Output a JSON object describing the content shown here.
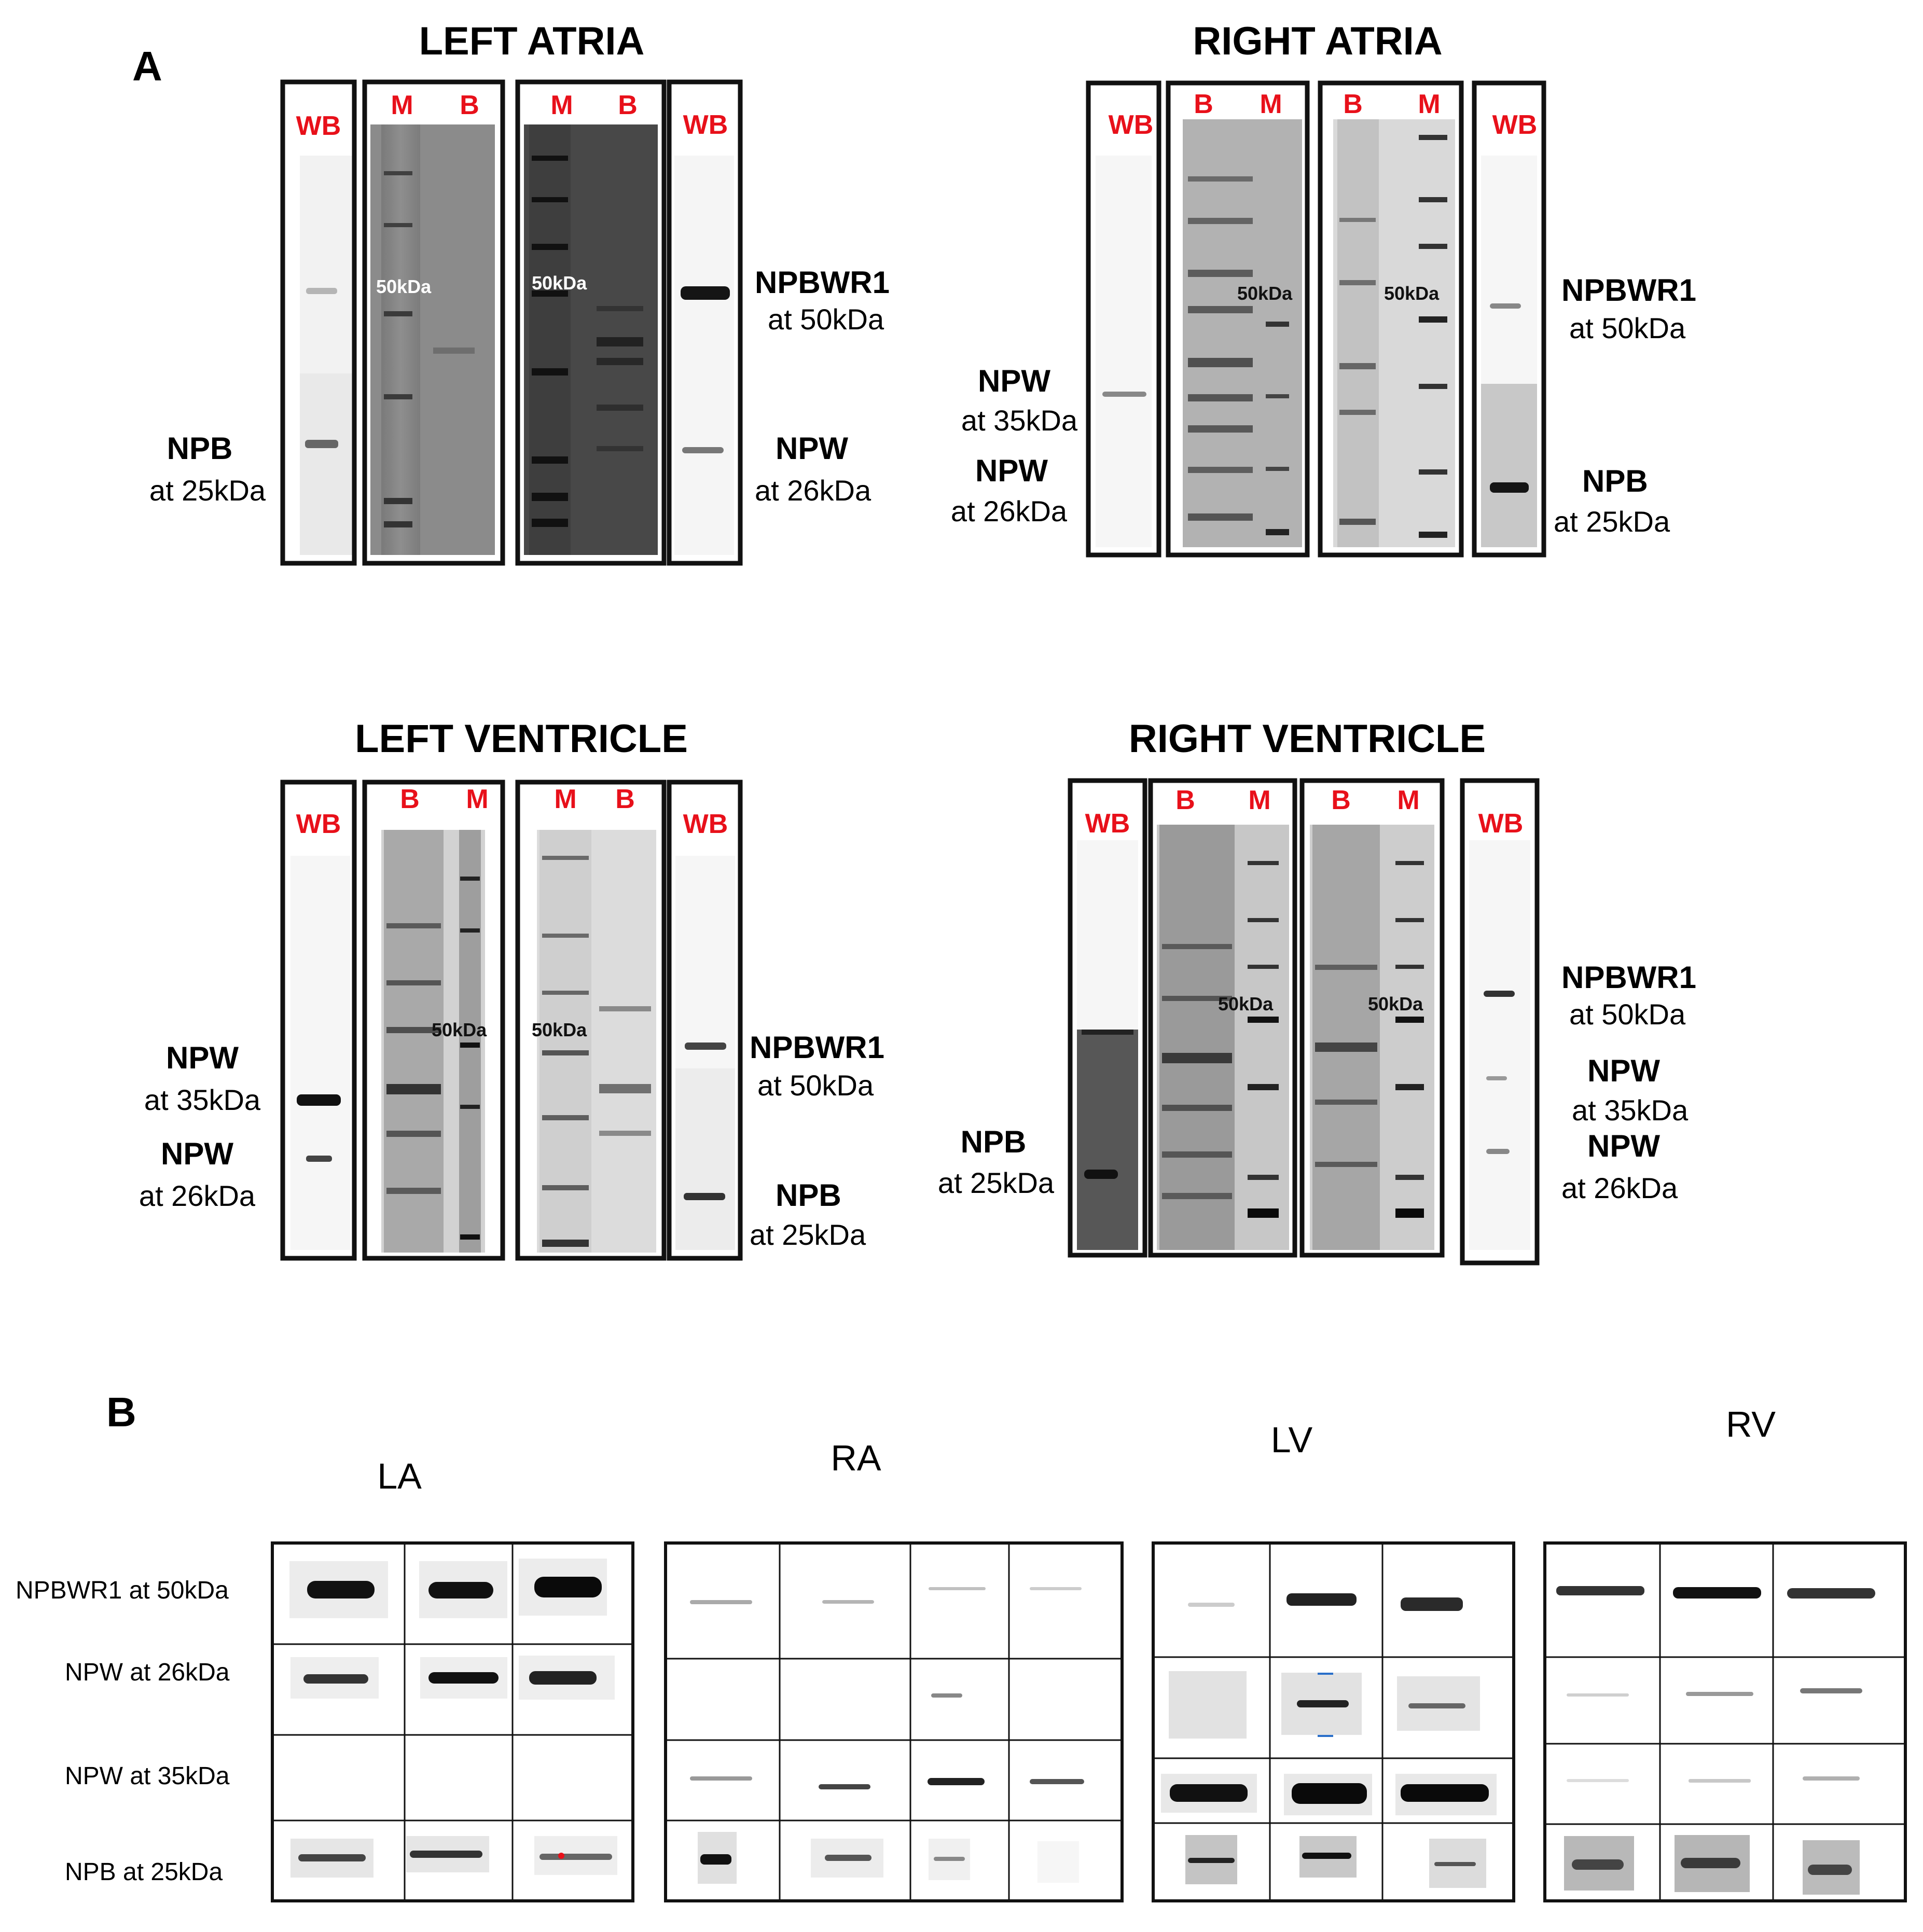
{
  "panel_a": {
    "letter": "A",
    "sections": [
      {
        "title": "LEFT ATRIA",
        "lanes": [
          [
            "WB"
          ],
          [
            "M",
            "B"
          ],
          [
            "M",
            "B"
          ],
          [
            "WB"
          ]
        ],
        "markers": [
          "50kDa",
          "50kDa"
        ],
        "left_labels": [
          [
            "NPB",
            "at 25kDa"
          ]
        ],
        "right_labels": [
          [
            "NPBWR1",
            "at 50kDa"
          ],
          [
            "NPW",
            "at 26kDa"
          ]
        ]
      },
      {
        "title": "RIGHT ATRIA",
        "lanes": [
          [
            "WB"
          ],
          [
            "B",
            "M"
          ],
          [
            "B",
            "M"
          ],
          [
            "WB"
          ]
        ],
        "markers": [
          "50kDa",
          "50kDa"
        ],
        "left_labels": [
          [
            "NPW",
            "at 35kDa"
          ],
          [
            "NPW",
            "at 26kDa"
          ]
        ],
        "right_labels": [
          [
            "NPBWR1",
            "at 50kDa"
          ],
          [
            "NPB",
            "at 25kDa"
          ]
        ]
      },
      {
        "title": "LEFT VENTRICLE",
        "lanes": [
          [
            "WB"
          ],
          [
            "B",
            "M"
          ],
          [
            "M",
            "B"
          ],
          [
            "WB"
          ]
        ],
        "markers": [
          "50kDa",
          "50kDa"
        ],
        "left_labels": [
          [
            "NPW",
            "at 35kDa"
          ],
          [
            "NPW",
            "at 26kDa"
          ]
        ],
        "right_labels": [
          [
            "NPBWR1",
            "at 50kDa"
          ],
          [
            "NPB",
            "at 25kDa"
          ]
        ]
      },
      {
        "title": "RIGHT VENTRICLE",
        "lanes": [
          [
            "WB"
          ],
          [
            "B",
            "M"
          ],
          [
            "B",
            "M"
          ],
          [
            "WB"
          ]
        ],
        "markers": [
          "50kDa",
          "50kDa"
        ],
        "left_labels": [
          [
            "NPB",
            "at 25kDa"
          ]
        ],
        "right_labels": [
          [
            "NPBWR1",
            "at 50kDa"
          ],
          [
            "NPW",
            "at 35kDa"
          ],
          [
            "NPW",
            "at 26kDa"
          ]
        ]
      }
    ]
  },
  "panel_b": {
    "letter": "B",
    "row_labels": [
      "NPBWR1 at 50kDa",
      "NPW at 26kDa",
      "NPW at 35kDa",
      "NPB at 25kDa"
    ],
    "groups": [
      {
        "name": "LA",
        "columns": 3
      },
      {
        "name": "RA",
        "columns": 4
      },
      {
        "name": "LV",
        "columns": 3
      },
      {
        "name": "RV",
        "columns": 3
      }
    ]
  },
  "colors": {
    "lane_label": "#e8101a",
    "frame": "#111111"
  }
}
